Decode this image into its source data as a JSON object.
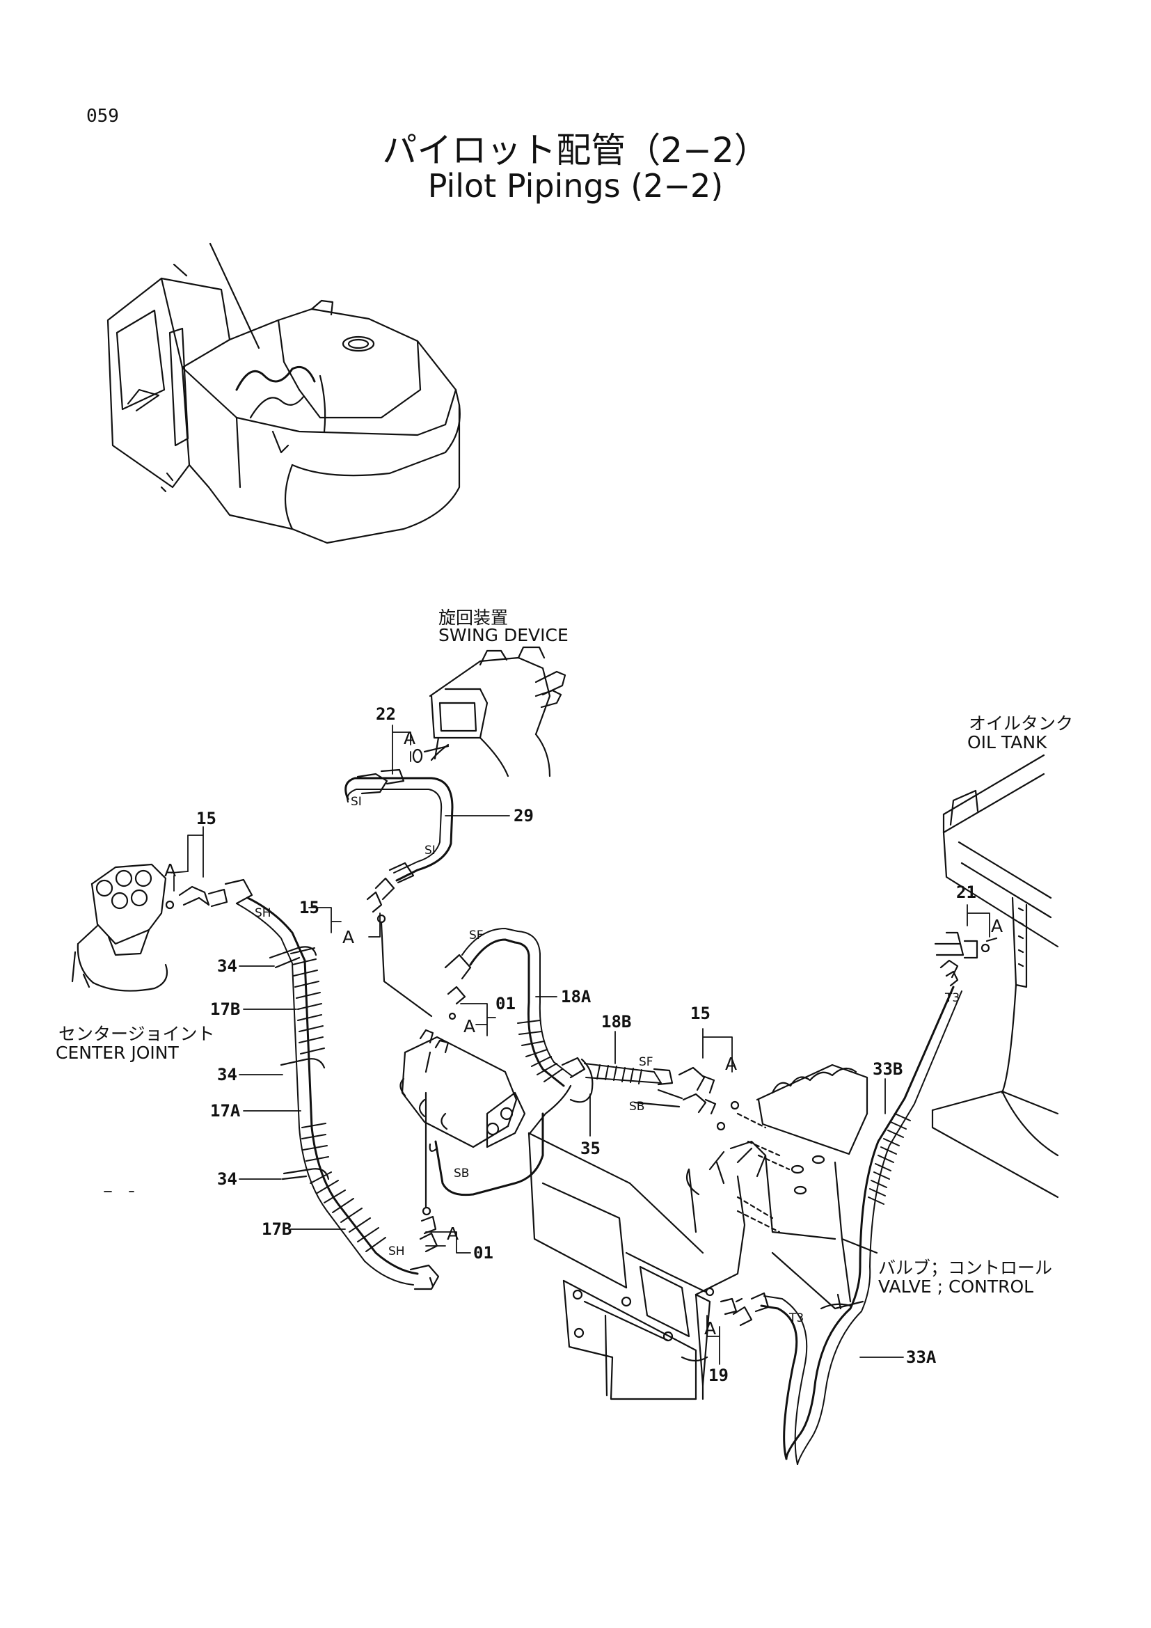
{
  "page_number": "059",
  "title_ja": "パイロット配管（2−2）",
  "title_en": "Pilot Pipings (2−2)",
  "components": {
    "swing_device_ja": "旋回装置",
    "swing_device_en": "SWING DEVICE",
    "oil_tank_ja": "オイルタンク",
    "oil_tank_en": "OIL TANK",
    "center_joint_ja": "センタージョイント",
    "center_joint_en": "CENTER JOINT",
    "valve_control_ja": "バルブ；コントロール",
    "valve_control_en": "VALVE ; CONTROL"
  },
  "part_numbers": {
    "p22": "22",
    "p29": "29",
    "p15a": "15",
    "p15b": "15",
    "p15c": "15",
    "p21": "21",
    "p34a": "34",
    "p34b": "34",
    "p34c": "34",
    "p17b_top": "17B",
    "p17a": "17A",
    "p17b_bottom": "17B",
    "p01_top": "01",
    "p01_bottom": "01",
    "p18a": "18A",
    "p18b": "18B",
    "p35": "35",
    "p19": "19",
    "p33a": "33A",
    "p33b": "33B"
  },
  "port_marks": {
    "a": "A",
    "si": "SI",
    "sh": "SH",
    "sf": "SF",
    "sb": "SB",
    "t3": "T3"
  }
}
